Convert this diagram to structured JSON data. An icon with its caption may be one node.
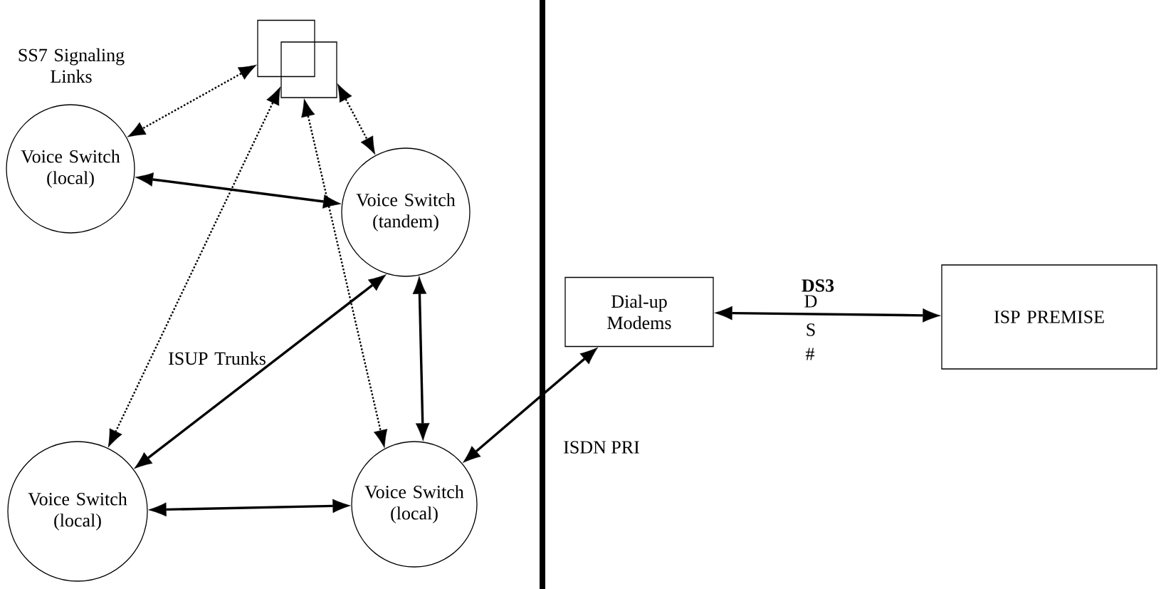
{
  "diagram": {
    "nodes": [
      {
        "text": [],
        "shape": "box"
      },
      {
        "text": [],
        "shape": "box"
      },
      {
        "text": [
          "Voice Switch (local)"
        ]
      },
      {
        "text": [
          "Voice Switch (tandem)"
        ]
      },
      {
        "text": [
          "Voice Switch (local)"
        ]
      },
      {
        "text": [
          "Voice Switch (local)"
        ]
      },
      {
        "text": [
          "Dial-up Modems"
        ]
      },
      {
        "text": [
          "ISP PREMISE"
        ]
      }
    ],
    "edges": [
      {
        "from": 0,
        "to": 2,
        "arrow": "both",
        "style": "dashed"
      },
      {
        "from": 1,
        "to": 3,
        "arrow": "both",
        "style": "dashed"
      },
      {
        "from": 1,
        "to": 4,
        "arrow": "both",
        "style": "dashed"
      },
      {
        "from": 1,
        "to": 5,
        "arrow": "both",
        "style": "dashed"
      },
      {
        "from": 2,
        "to": 3,
        "arrow": "both"
      },
      {
        "from": 3,
        "to": 4,
        "arrow": "both"
      },
      {
        "from": 3,
        "to": 5,
        "arrow": "both"
      },
      {
        "from": 4,
        "to": 5,
        "arrow": "both"
      },
      {
        "from": 5,
        "to": 6,
        "arrow": "both",
        "label": "ISDN PRI"
      },
      {
        "from": 6,
        "to": 7,
        "arrow": "both",
        "label": "DS3"
      }
    ],
    "labels": [
      "SS7 Signaling Links",
      "ISUP Trunks",
      "D",
      "S",
      "#"
    ]
  }
}
